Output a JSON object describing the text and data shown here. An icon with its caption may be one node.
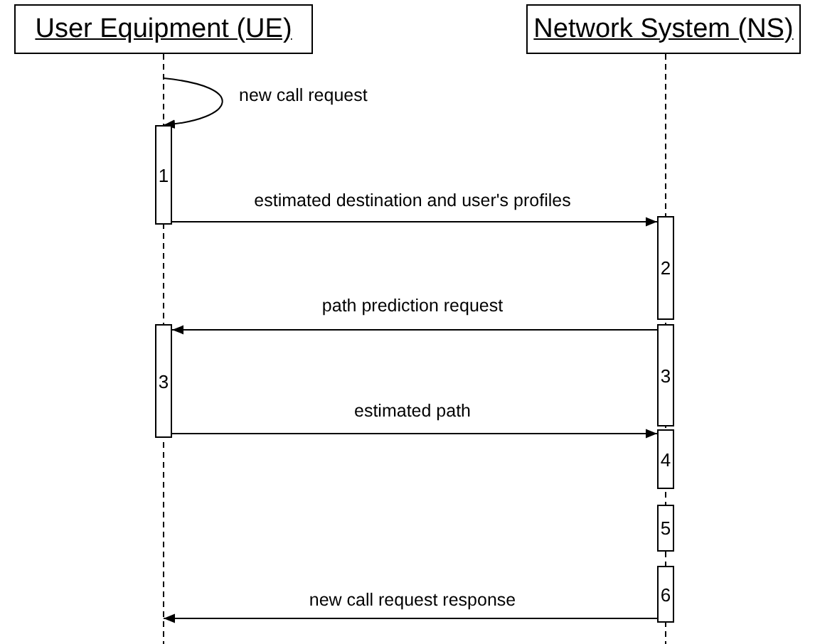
{
  "diagram": {
    "nodes": [
      {
        "text": [
          "User Equipment (UE)"
        ]
      },
      {
        "text": [
          "Network System (NS)"
        ]
      },
      {
        "text": [
          "1"
        ]
      },
      {
        "text": [
          "2"
        ]
      },
      {
        "text": [
          "3"
        ]
      },
      {
        "text": [
          "3"
        ]
      },
      {
        "text": [
          "4"
        ]
      },
      {
        "text": [
          "5"
        ]
      },
      {
        "text": [
          "6"
        ]
      }
    ],
    "edges": [
      {
        "from": null,
        "to": 2,
        "arrow": "to",
        "label": "new call request"
      },
      {
        "from": 2,
        "to": 3,
        "arrow": "to",
        "label": "estimated destination and user's profiles"
      },
      {
        "from": 4,
        "to": 5,
        "arrow": "to",
        "label": "path prediction request"
      },
      {
        "from": 5,
        "to": 6,
        "arrow": "to",
        "label": "estimated path"
      },
      {
        "from": 8,
        "to": null,
        "arrow": "to",
        "label": "new call request response"
      }
    ]
  }
}
